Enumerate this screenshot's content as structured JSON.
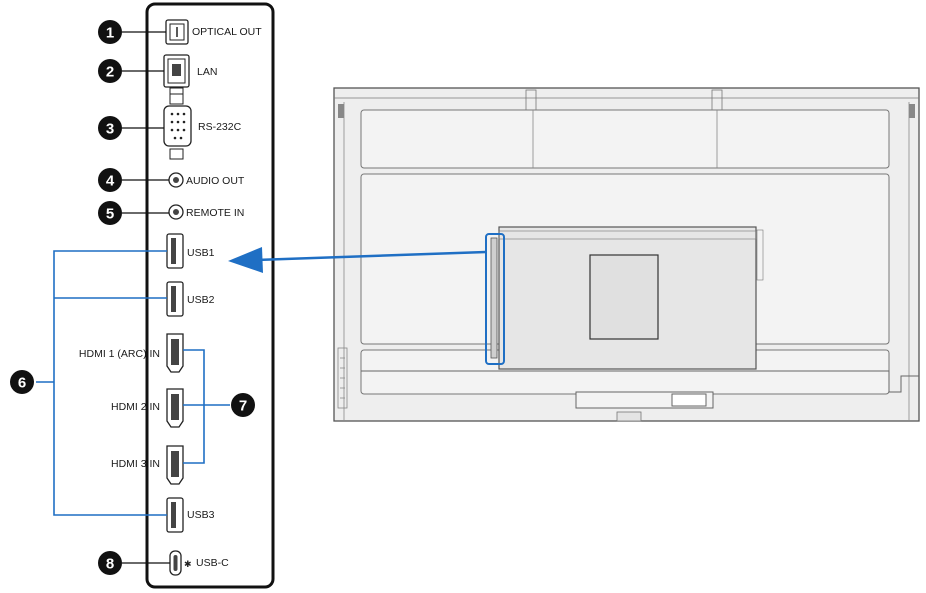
{
  "callouts": {
    "c1": "1",
    "c2": "2",
    "c3": "3",
    "c4": "4",
    "c5": "5",
    "c6": "6",
    "c7": "7",
    "c8": "8"
  },
  "ports": {
    "optical_out": "OPTICAL OUT",
    "lan": "LAN",
    "rs232c": "RS-232C",
    "audio_out": "AUDIO OUT",
    "remote_in": "REMOTE IN",
    "usb1": "USB1",
    "usb2": "USB2",
    "hdmi1": "HDMI 1 (ARC) IN",
    "hdmi2": "HDMI 2 IN",
    "hdmi3": "HDMI 3 IN",
    "usb3": "USB3",
    "usbc": "USB-C"
  },
  "colors": {
    "accent": "#1f6fc4",
    "panel_stroke": "#111111",
    "device_stroke": "#555555",
    "device_fill": "#f0f0f0"
  }
}
